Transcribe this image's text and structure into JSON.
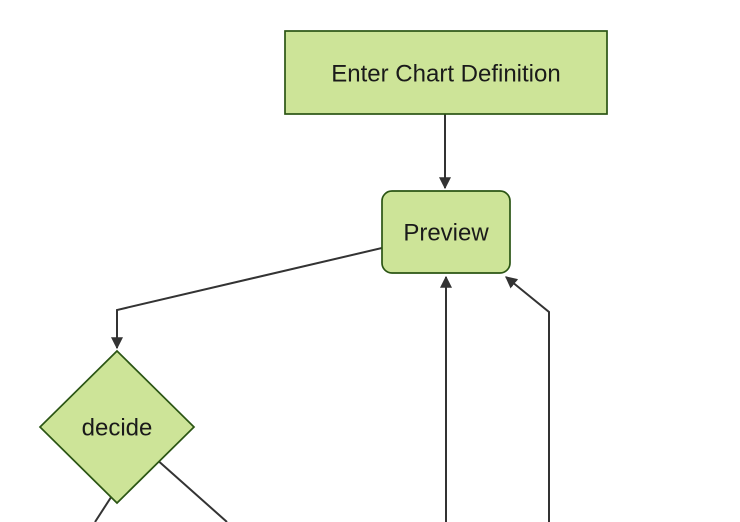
{
  "diagram": {
    "type": "flowchart",
    "nodes": [
      {
        "id": "enter-chart-definition",
        "shape": "rectangle",
        "label": "Enter Chart Definition"
      },
      {
        "id": "preview",
        "shape": "rounded-rectangle",
        "label": "Preview"
      },
      {
        "id": "decide",
        "shape": "diamond",
        "label": "decide"
      }
    ],
    "edges": [
      {
        "from": "enter-chart-definition",
        "to": "preview",
        "arrowhead": true
      },
      {
        "from": "preview",
        "to": "decide",
        "arrowhead": true
      },
      {
        "from": "offscreen-bottom",
        "to": "preview-bottom",
        "arrowhead": true
      },
      {
        "from": "offscreen-bottom",
        "to": "preview-bottom-right",
        "arrowhead": true
      },
      {
        "from": "decide",
        "to": "offscreen-bottom-left",
        "arrowhead": false
      },
      {
        "from": "decide",
        "to": "offscreen-bottom-right",
        "arrowhead": false
      }
    ]
  },
  "theme": {
    "background_color": "#ffffff",
    "node_fill_color": "#cde498",
    "node_border_color": "#2b5514",
    "edge_color": "#333333",
    "label_color": "#1a1a1a"
  }
}
